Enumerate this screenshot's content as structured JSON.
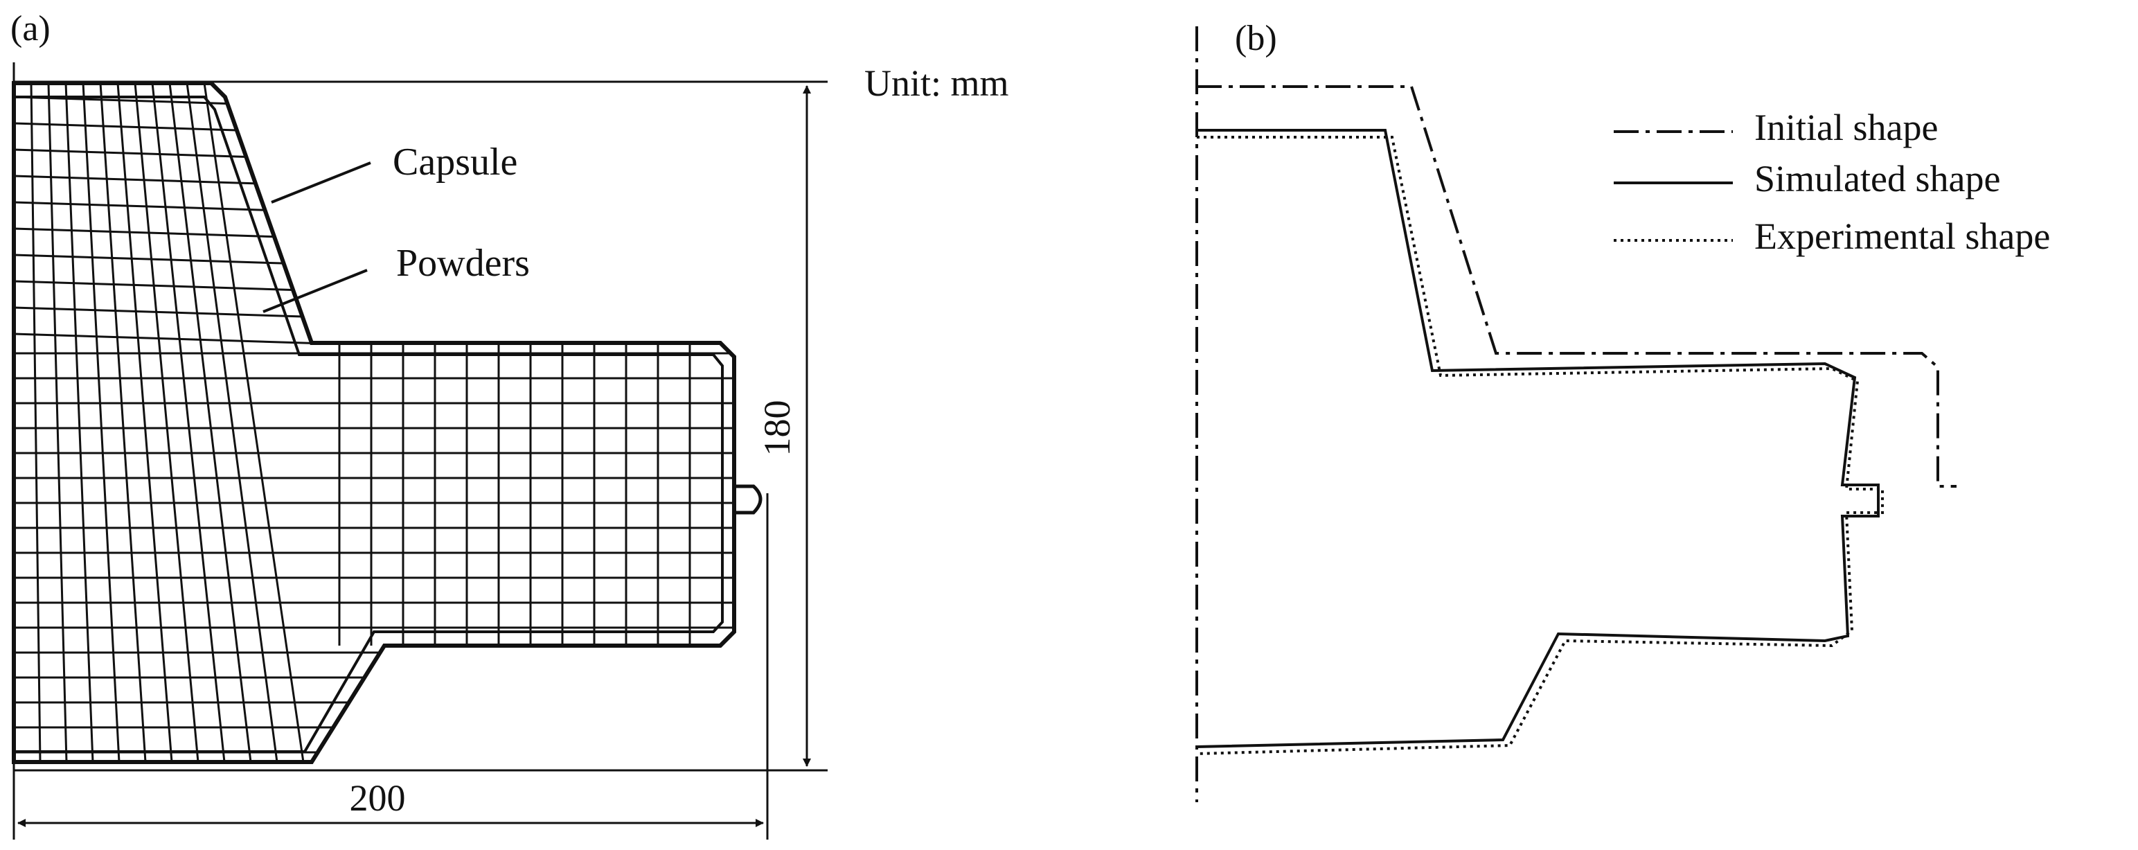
{
  "panel_a": {
    "label": "(a)",
    "unit_text": "Unit: mm",
    "labels": {
      "capsule": "Capsule",
      "powders": "Powders"
    },
    "dimensions": {
      "width": "200",
      "height": "180"
    }
  },
  "panel_b": {
    "label": "(b)",
    "legend": [
      {
        "name": "Initial shape",
        "line_style": "dash-dot"
      },
      {
        "name": "Simulated shape",
        "line_style": "solid"
      },
      {
        "name": "Experimental shape",
        "line_style": "dotted"
      }
    ]
  }
}
